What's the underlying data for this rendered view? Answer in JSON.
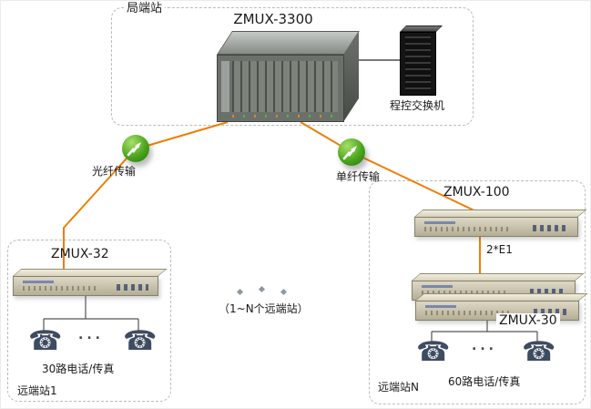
{
  "central_office": {
    "label": "局端站",
    "mux": "ZMUX-3300",
    "switch": "程控交换机"
  },
  "links": {
    "left_fiber": "光纤传输",
    "right_fiber": "单纤传输",
    "e1": "2*E1"
  },
  "remote1": {
    "label": "远端站1",
    "device": "ZMUX-32",
    "phones": "30路电话/传真",
    "dots": "..."
  },
  "remoteN": {
    "label": "远端站N",
    "device_top": "ZMUX-100",
    "device_bottom": "ZMUX-30",
    "phones": "60路电话/传真",
    "dots": "..."
  },
  "note": "（1~N个远端站）",
  "icons": {
    "phone": "☎"
  },
  "colors": {
    "link_orange": "#f07d00",
    "ball_green": "#4aa51d",
    "box_border_gray": "#b9bcb9"
  }
}
